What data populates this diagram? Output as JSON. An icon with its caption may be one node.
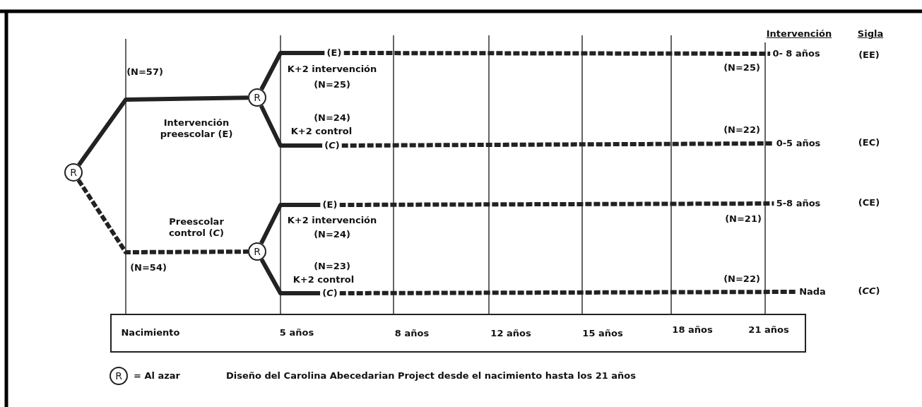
{
  "diagram": {
    "caption": "Diseño del Carolina Abecedarian Project desde el nacimiento hasta los 21 años",
    "nodes": [
      {
        "text": [
          "R"
        ]
      },
      {
        "text": [
          "R"
        ]
      },
      {
        "text": [
          "R"
        ]
      },
      {
        "text": [
          "(E)"
        ]
      },
      {
        "text": [
          "(*C*)"
        ]
      },
      {
        "text": [
          "(E)"
        ]
      },
      {
        "text": [
          "(*C*)"
        ]
      },
      {
        "text": [
          "0- 8 años"
        ]
      },
      {
        "text": [
          "0-5 años"
        ]
      },
      {
        "text": [
          "5-8 años"
        ]
      },
      {
        "text": [
          "Nada"
        ]
      }
    ],
    "edges": [
      {
        "from": 0,
        "to": 1,
        "arrow": "none"
      },
      {
        "from": 0,
        "to": 2,
        "arrow": "none",
        "style": "dashed"
      },
      {
        "from": 1,
        "to": 3,
        "arrow": "none"
      },
      {
        "from": 1,
        "to": 4,
        "arrow": "none"
      },
      {
        "from": 2,
        "to": 5,
        "arrow": "none"
      },
      {
        "from": 2,
        "to": 6,
        "arrow": "none"
      },
      {
        "from": 3,
        "to": 7,
        "arrow": "none",
        "style": "dashed"
      },
      {
        "from": 4,
        "to": 8,
        "arrow": "none",
        "style": "dashed"
      },
      {
        "from": 5,
        "to": 9,
        "arrow": "none",
        "style": "dashed"
      },
      {
        "from": 6,
        "to": 10,
        "arrow": "none",
        "style": "dashed"
      }
    ],
    "labels": [
      "(N=57)",
      "Intervención preescolar (E)",
      "Preescolar control (*C*)",
      "(N=54)",
      "K+2 intervención",
      "(N=25)",
      "(N=24)",
      "K+2 control",
      "K+2 intervención",
      "(N=24)",
      "(N=23)",
      "K+2 control",
      "(N=25)",
      "(N=22)",
      "(N=21)",
      "(N=22)",
      "Intervención",
      "Sigla",
      "(EE)",
      "(EC)",
      "(CE)",
      "(*CC*)",
      "Nacimiento",
      "5 años",
      "8 años",
      "12 años",
      "15 años",
      "18 años",
      "21 años",
      "R"
    ],
    "legend": [
      {
        "text": "= Al azar"
      }
    ]
  }
}
